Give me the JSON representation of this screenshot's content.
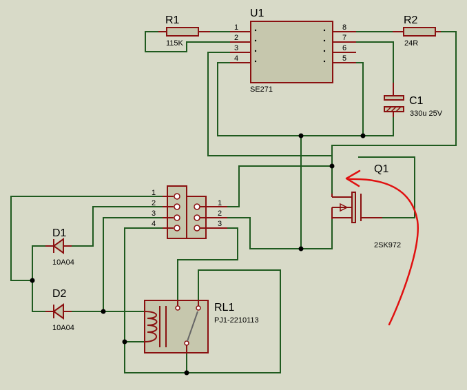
{
  "components": {
    "r1": {
      "ref": "R1",
      "value": "115K"
    },
    "u1": {
      "ref": "U1",
      "value": "SE271",
      "pins_left": [
        "1",
        "2",
        "3",
        "4"
      ],
      "pins_right": [
        "8",
        "7",
        "6",
        "5"
      ]
    },
    "r2": {
      "ref": "R2",
      "value": "24R"
    },
    "c1": {
      "ref": "C1",
      "value": "330u 25V"
    },
    "q1": {
      "ref": "Q1",
      "value": "2SK972"
    },
    "j1": {
      "pins": [
        "1",
        "2",
        "3",
        "4"
      ]
    },
    "j2": {
      "pins": [
        "1",
        "2",
        "3"
      ]
    },
    "d1": {
      "ref": "D1",
      "value": "10A04"
    },
    "d2": {
      "ref": "D2",
      "value": "10A04"
    },
    "rl1": {
      "ref": "RL1",
      "value": "PJ1-2210113"
    }
  },
  "colors": {
    "background": "#d8dac8",
    "wire": "#1f5a1f",
    "component": "#8a1010",
    "body": "#c6c7ad",
    "annotation": "#e01010"
  }
}
